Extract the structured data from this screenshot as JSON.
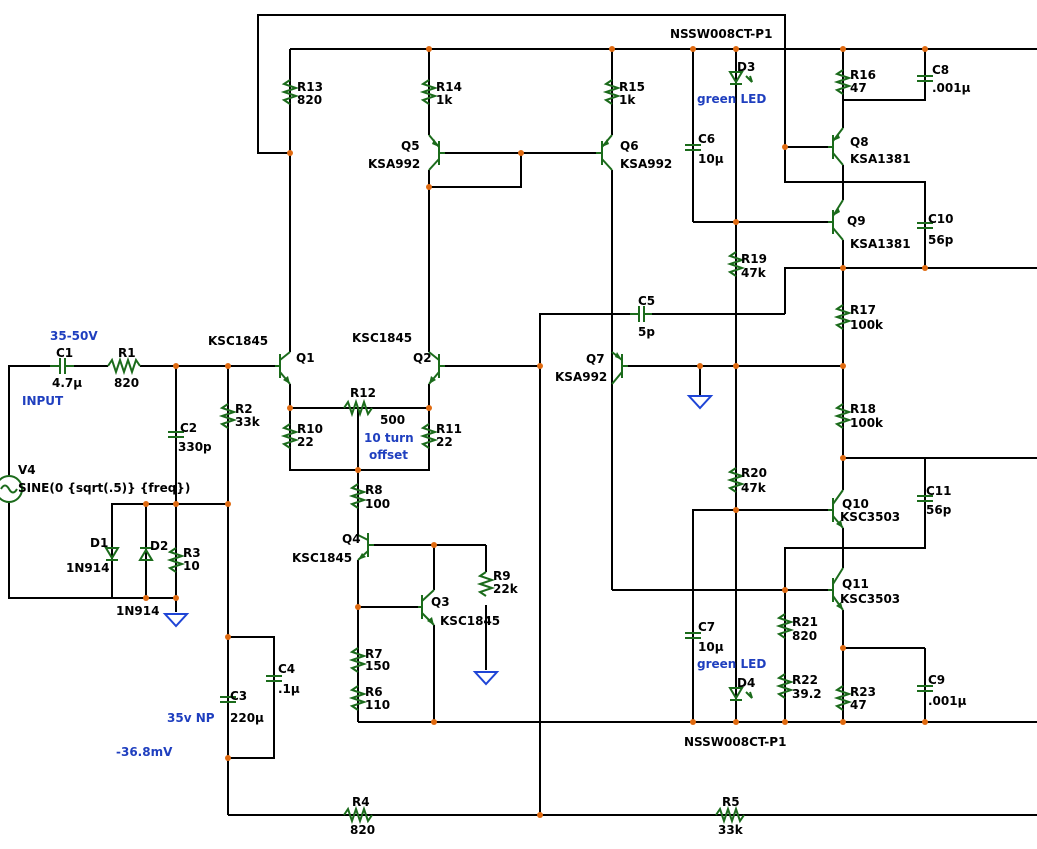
{
  "labels": {
    "r1": "R1",
    "r1v": "820",
    "r2": "R2",
    "r2v": "33k",
    "r3": "R3",
    "r3v": "10",
    "r4": "R4",
    "r4v": "820",
    "r5": "R5",
    "r5v": "33k",
    "r6": "R6",
    "r6v": "110",
    "r7": "R7",
    "r7v": "150",
    "r8": "R8",
    "r8v": "100",
    "r9": "R9",
    "r9v": "22k",
    "r10": "R10",
    "r10v": "22",
    "r11": "R11",
    "r11v": "22",
    "r12": "R12",
    "r12v": "500",
    "r13": "R13",
    "r13v": "820",
    "r14": "R14",
    "r14v": "1k",
    "r15": "R15",
    "r15v": "1k",
    "r16": "R16",
    "r16v": "47",
    "r17": "R17",
    "r17v": "100k",
    "r18": "R18",
    "r18v": "100k",
    "r19": "R19",
    "r19v": "47k",
    "r20": "R20",
    "r20v": "47k",
    "r21": "R21",
    "r21v": "820",
    "r22": "R22",
    "r22v": "39.2",
    "r23": "R23",
    "r23v": "47",
    "c1": "C1",
    "c1v": "4.7µ",
    "c2": "C2",
    "c2v": "330p",
    "c3": "C3",
    "c3v": "220µ",
    "c4": "C4",
    "c4v": ".1µ",
    "c5": "C5",
    "c5v": "5p",
    "c6": "C6",
    "c6v": "10µ",
    "c7": "C7",
    "c7v": "10µ",
    "c8": "C8",
    "c8v": ".001µ",
    "c9": "C9",
    "c9v": ".001µ",
    "c10": "C10",
    "c10v": "56p",
    "c11": "C11",
    "c11v": "56p",
    "q1": "Q1",
    "q1type": "KSC1845",
    "q2": "Q2",
    "q2type": "KSC1845",
    "q3": "Q3",
    "q3type": "KSC1845",
    "q4": "Q4",
    "q4type": "KSC1845",
    "q5": "Q5",
    "q5type": "KSA992",
    "q6": "Q6",
    "q6type": "KSA992",
    "q7": "Q7",
    "q7type": "KSA992",
    "q8": "Q8",
    "q8type": "KSA1381",
    "q9": "Q9",
    "q9type": "KSA1381",
    "q10": "Q10",
    "q10type": "KSC3503",
    "q11": "Q11",
    "q11type": "KSC3503",
    "d1": "D1",
    "d1type": "1N914",
    "d2": "D2",
    "d2type": "1N914",
    "d3": "D3",
    "d4": "D4",
    "v4": "V4",
    "v4spec": "SINE(0 {sqrt(.5)} {freq})",
    "nssw_top": "NSSW008CT-P1",
    "nssw_bot": "NSSW008CT-P1"
  },
  "notes": {
    "input_range": "35-50V",
    "input": "INPUT",
    "led_top": "green LED",
    "led_bot": "green LED",
    "offset_1": "10 turn",
    "offset_2": "offset",
    "c3_note": "35v NP",
    "offset_voltage": "-36.8mV"
  },
  "colors": {
    "wire": "#000000",
    "component": "#1b6b1b",
    "annotation": "#1f3fbf",
    "junction": "#e06a10",
    "ground": "#1f45d6"
  }
}
